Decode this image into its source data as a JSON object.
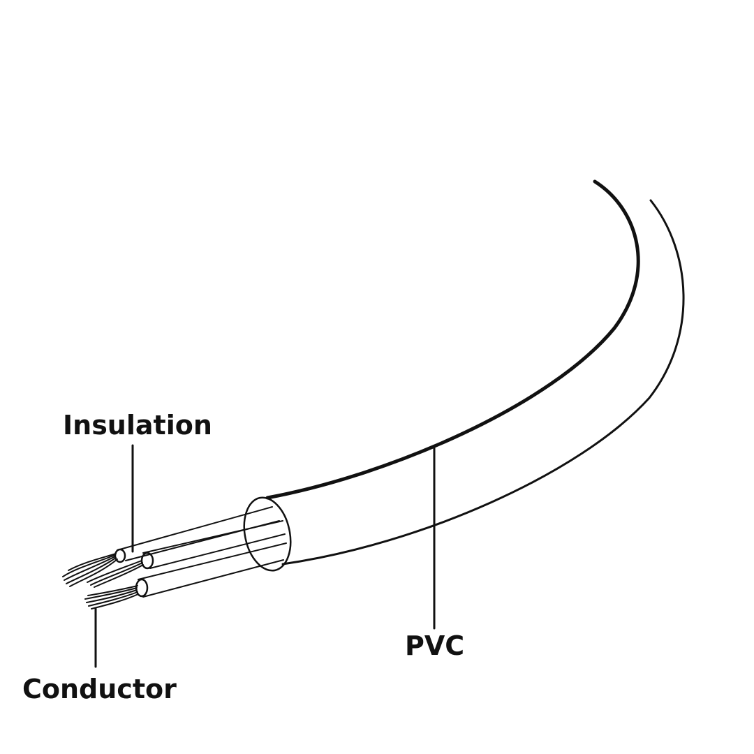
{
  "labels": {
    "insulation": "Insulation",
    "pvc": "PVC",
    "conductor": "Conductor"
  },
  "colors": {
    "background": "#ffffff",
    "line": "#111111"
  }
}
